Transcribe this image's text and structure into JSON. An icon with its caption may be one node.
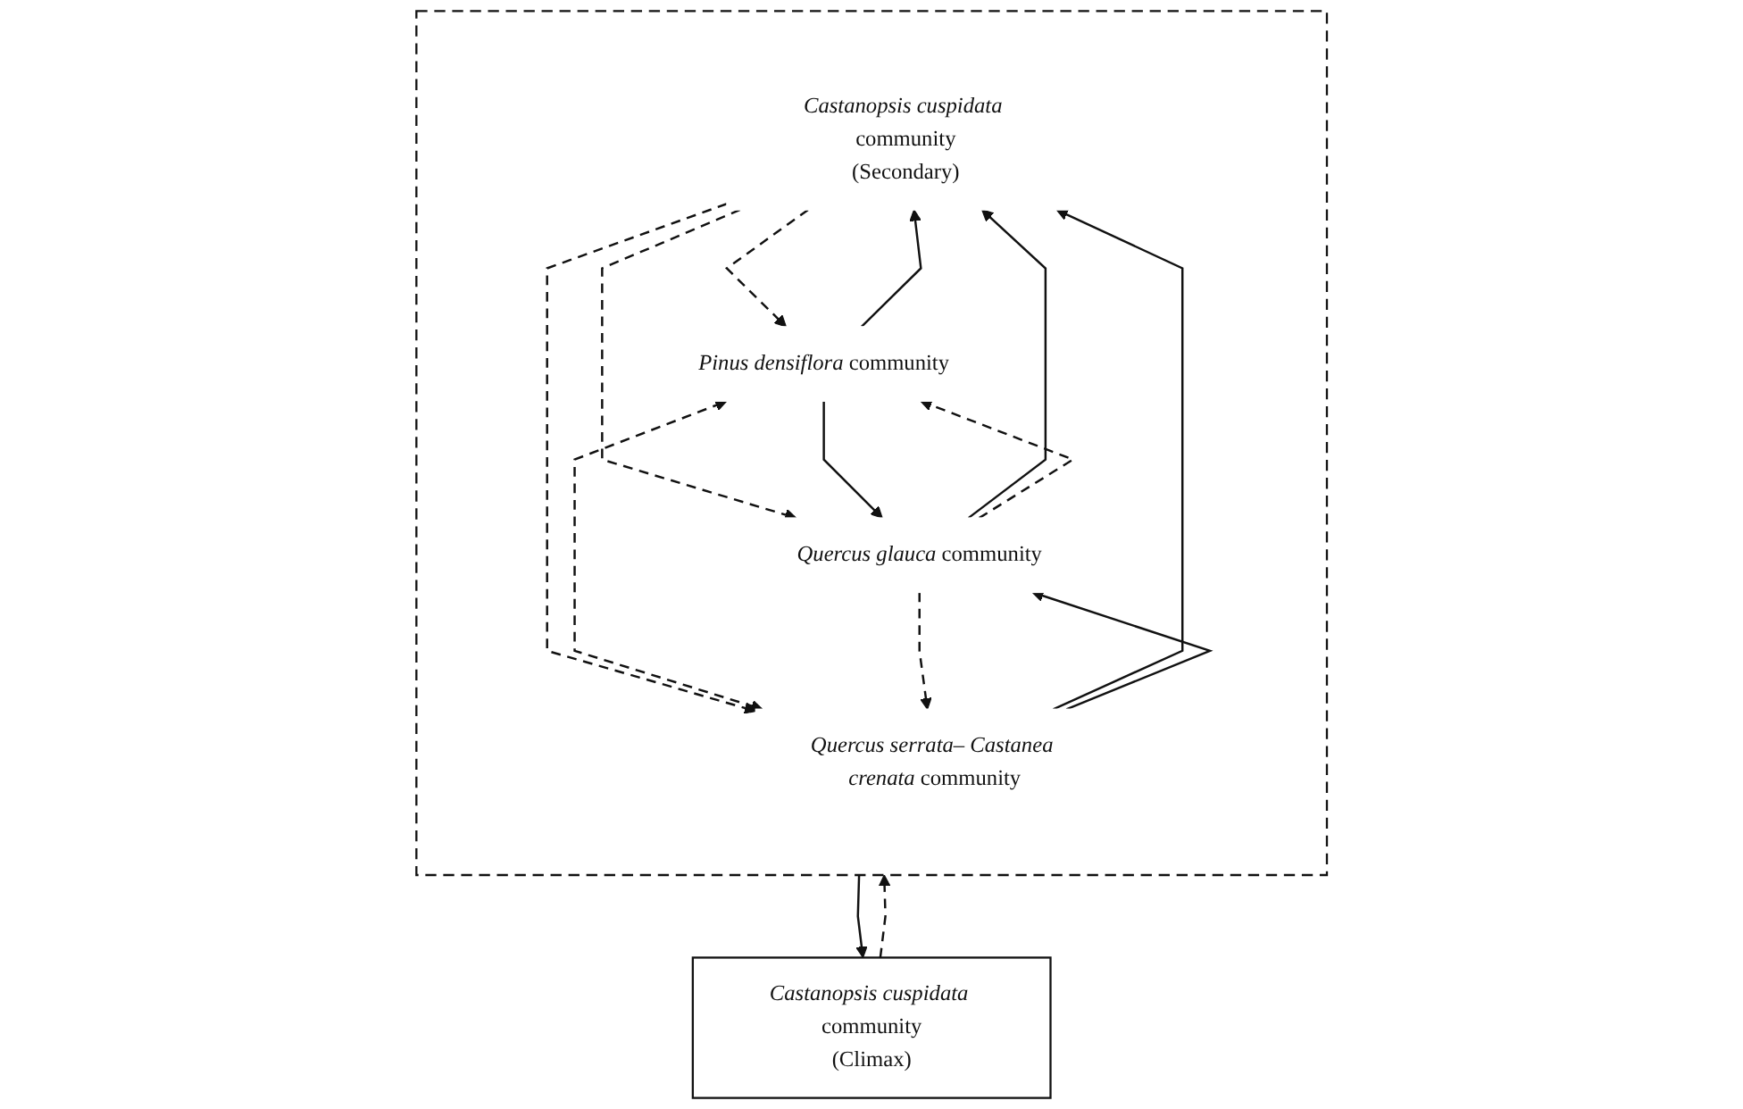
{
  "diagram": {
    "nodes": [
      {
        "text": [
          "*Castanopsis cuspidata* community",
          "(Climax)"
        ]
      },
      {
        "text": [],
        "shape": "box"
      },
      {
        "text": [
          "*Castanopsis cuspidata* community",
          "(Secondary)"
        ],
        "in": 1
      },
      {
        "text": [
          "*Pinus densiflora* community"
        ],
        "in": 1
      },
      {
        "text": [
          "*Quercus glauca* community"
        ],
        "in": 1
      },
      {
        "text": [
          "*Quercus serrata*– *Castanea crenata* community"
        ],
        "in": 1
      }
    ],
    "edges": [
      {
        "from": 0,
        "to": 1,
        "arrow": "to",
        "style": "dashed"
      },
      {
        "from": 1,
        "to": 0,
        "arrow": "to"
      },
      {
        "from": 3,
        "to": 2,
        "arrow": "to"
      },
      {
        "from": 2,
        "to": 3,
        "arrow": "to",
        "style": "dashed"
      },
      {
        "from": 4,
        "to": 2,
        "arrow": "to"
      },
      {
        "from": 2,
        "to": 4,
        "arrow": "to",
        "style": "dashed"
      },
      {
        "from": 5,
        "to": 2,
        "arrow": "to"
      },
      {
        "from": 2,
        "to": 5,
        "arrow": "to",
        "style": "dashed"
      },
      {
        "from": 3,
        "to": 4,
        "arrow": "to"
      },
      {
        "from": 4,
        "to": 3,
        "arrow": "to",
        "style": "dashed"
      },
      {
        "from": 3,
        "to": 5,
        "arrow": "both",
        "style": "dashed"
      },
      {
        "from": 5,
        "to": 4,
        "arrow": "to"
      },
      {
        "from": 4,
        "to": 5,
        "arrow": "to",
        "style": "dashed"
      }
    ]
  }
}
